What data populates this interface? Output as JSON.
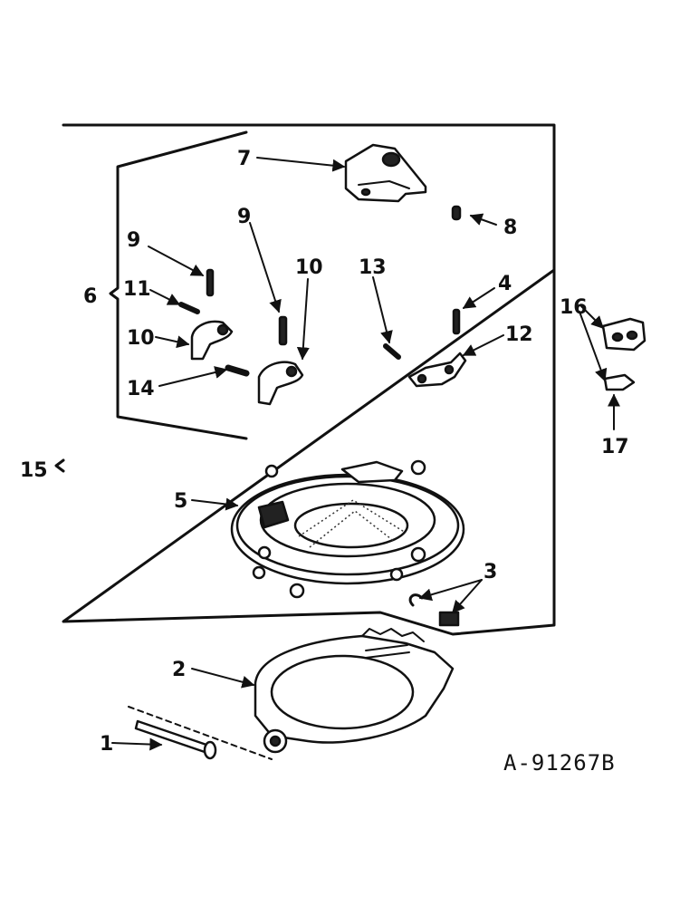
{
  "figure_id": "A-91267B",
  "callouts": {
    "c1": "1",
    "c2": "2",
    "c3": "3",
    "c4": "4",
    "c5": "5",
    "c6": "6",
    "c7": "7",
    "c8": "8",
    "c9a": "9",
    "c9b": "9",
    "c10a": "10",
    "c10b": "10",
    "c11": "11",
    "c12": "12",
    "c13": "13",
    "c14": "14",
    "c15": "15",
    "c16": "16",
    "c17": "17"
  }
}
